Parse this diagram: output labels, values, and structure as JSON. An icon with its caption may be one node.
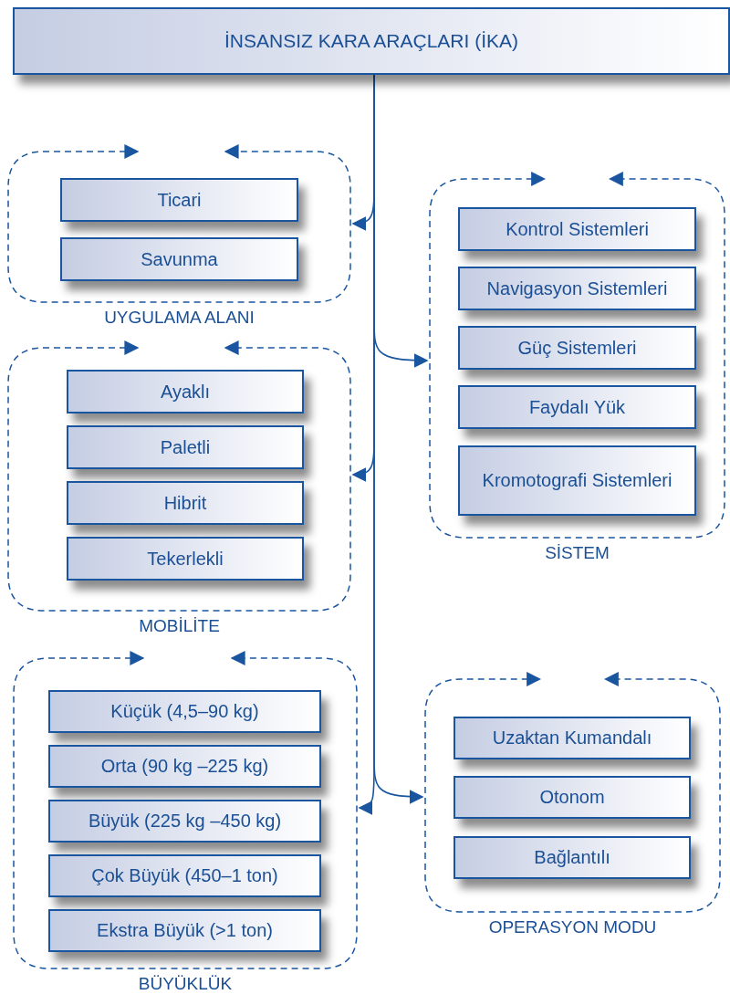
{
  "diagram": {
    "nodes": [
      {
        "text": [
          "İNSANSIZ KARA ARAÇLARI (İKA)"
        ]
      },
      {
        "text": [
          "UYGULAMA ALANI"
        ]
      },
      {
        "text": [
          "Ticari"
        ],
        "in": 1
      },
      {
        "text": [
          "Savunma"
        ],
        "in": 1
      },
      {
        "text": [
          "SİSTEM"
        ]
      },
      {
        "text": [
          "Kontrol Sistemleri"
        ],
        "in": 4
      },
      {
        "text": [
          "Navigasyon Sistemleri"
        ],
        "in": 4
      },
      {
        "text": [
          "Güç Sistemleri"
        ],
        "in": 4
      },
      {
        "text": [
          "Faydalı Yük"
        ],
        "in": 4
      },
      {
        "text": [
          "Kromotografi Sistemleri"
        ],
        "in": 4
      },
      {
        "text": [
          "MOBİLİTE"
        ]
      },
      {
        "text": [
          "Ayaklı"
        ],
        "in": 10
      },
      {
        "text": [
          "Paletli"
        ],
        "in": 10
      },
      {
        "text": [
          "Hibrit"
        ],
        "in": 10
      },
      {
        "text": [
          "Tekerlekli"
        ],
        "in": 10
      },
      {
        "text": [
          "BÜYÜKLÜK"
        ]
      },
      {
        "text": [
          "Küçük (4,5–90 kg)"
        ],
        "in": 15
      },
      {
        "text": [
          "Orta (90 kg –225 kg)"
        ],
        "in": 15
      },
      {
        "text": [
          "Büyük (225 kg –450 kg)"
        ],
        "in": 15
      },
      {
        "text": [
          "Çok Büyük (450–1 ton)"
        ],
        "in": 15
      },
      {
        "text": [
          "Ekstra Büyük (>1 ton)"
        ],
        "in": 15
      },
      {
        "text": [
          "OPERASYON MODU"
        ]
      },
      {
        "text": [
          "Uzaktan Kumandalı"
        ],
        "in": 21
      },
      {
        "text": [
          "Otonom"
        ],
        "in": 21
      },
      {
        "text": [
          "Bağlantılı"
        ],
        "in": 21
      }
    ],
    "edges": [
      {
        "from": 0,
        "to": 1,
        "arrow": "to"
      },
      {
        "from": 0,
        "to": 4,
        "arrow": "to"
      },
      {
        "from": 0,
        "to": 10,
        "arrow": "to"
      },
      {
        "from": 0,
        "to": 21,
        "arrow": "to"
      },
      {
        "from": 0,
        "to": 15,
        "arrow": "to"
      }
    ]
  }
}
